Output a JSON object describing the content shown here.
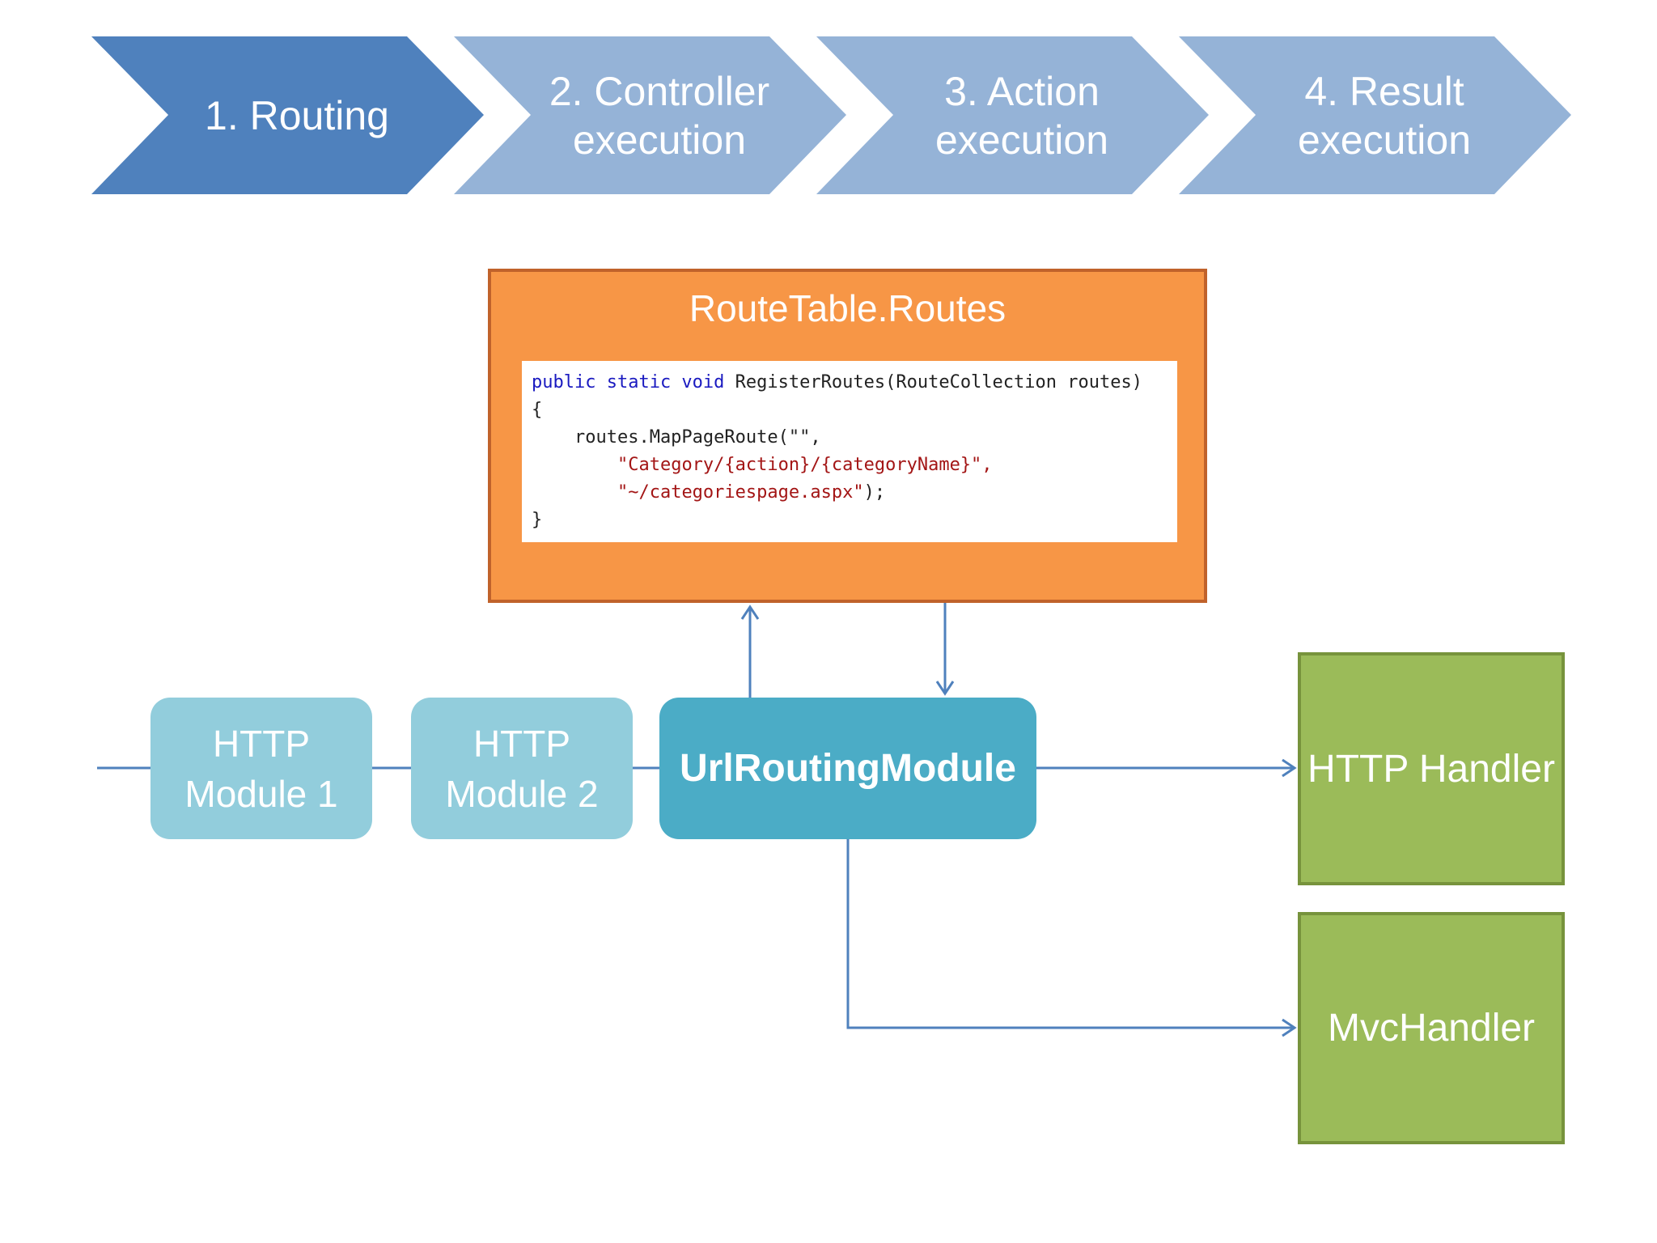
{
  "colors": {
    "chevron_active": "#4f81bd",
    "chevron_inactive": "#95b3d7",
    "routes_box": "#f79646",
    "module_light": "#92cddc",
    "module_dark": "#4bacc6",
    "handler": "#9bbb59",
    "connector": "#4f81bd"
  },
  "steps": [
    {
      "label": "1. Routing"
    },
    {
      "label": "2. Controller\nexecution"
    },
    {
      "label": "3. Action\nexecution"
    },
    {
      "label": "4. Result\nexecution"
    }
  ],
  "routes": {
    "title": "RouteTable.Routes",
    "code": {
      "line1_kw": "public static void",
      "line1_rest": " RegisterRoutes(RouteCollection routes)",
      "line2": "{",
      "line3": "    routes.MapPageRoute(\"\",",
      "line4": "\"Category/{action}/{categoryName}\",",
      "line5": "\"~/categoriespage.aspx\"",
      "line5_end": ");",
      "line6": "}"
    }
  },
  "modules": [
    {
      "label": "HTTP\nModule 1"
    },
    {
      "label": "HTTP\nModule 2"
    },
    {
      "label": "UrlRoutingModule"
    }
  ],
  "handlers": [
    {
      "label": "HTTP Handler"
    },
    {
      "label": "MvcHandler"
    }
  ]
}
